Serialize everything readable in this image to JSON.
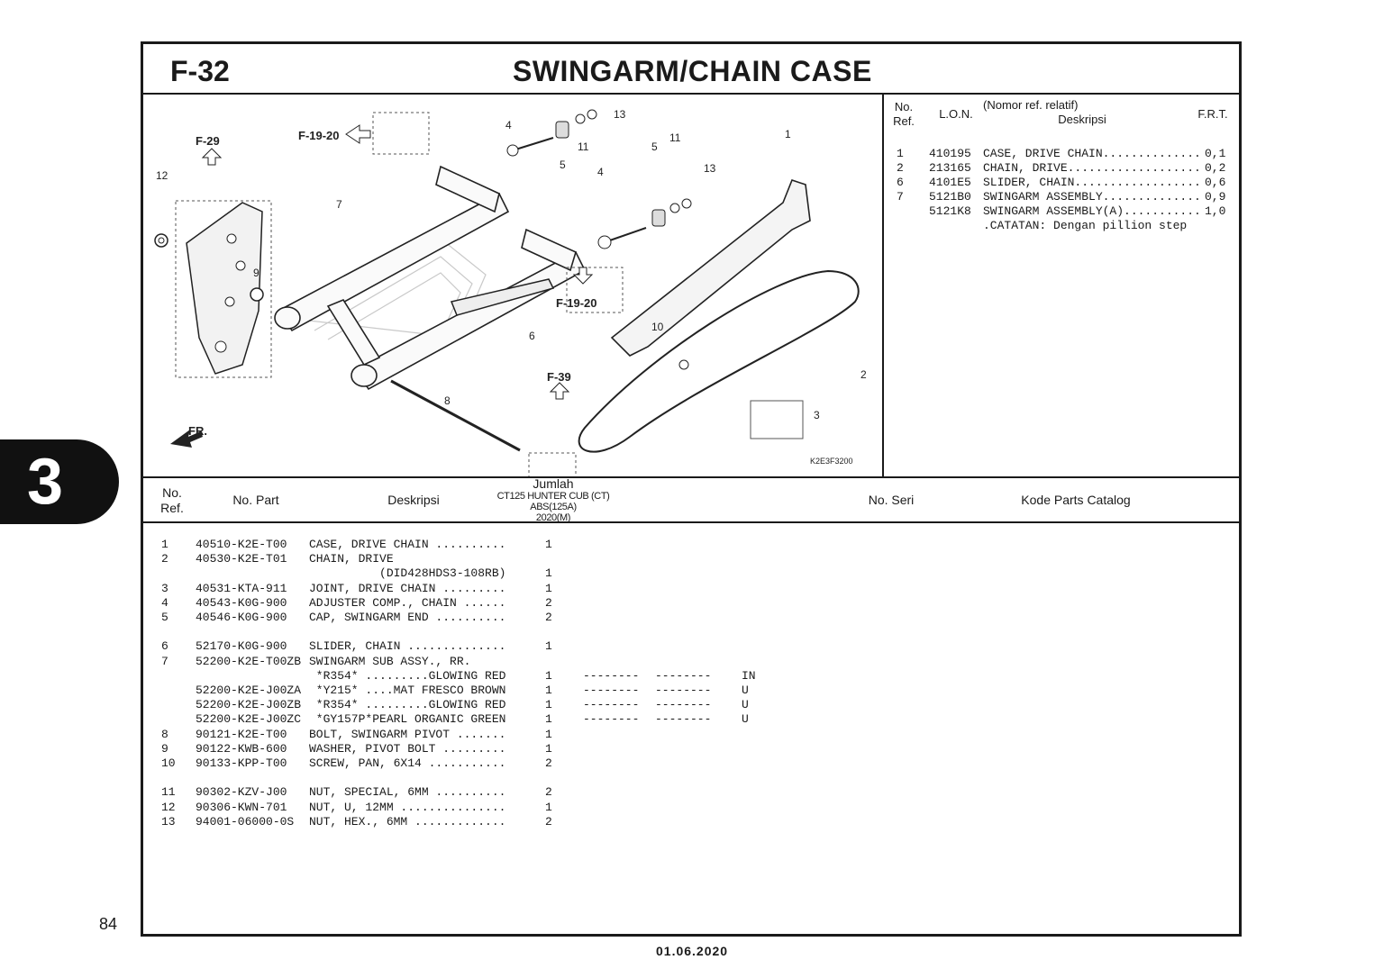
{
  "header": {
    "code": "F-32",
    "title": "SWINGARM/CHAIN CASE"
  },
  "diagram": {
    "refs": [
      "F-29",
      "F-19-20",
      "F-19-20",
      "F-39"
    ],
    "callouts": [
      "1",
      "2",
      "3",
      "4",
      "4",
      "5",
      "5",
      "6",
      "7",
      "8",
      "9",
      "10",
      "11",
      "11",
      "12",
      "13",
      "13"
    ],
    "direction_label": "FR.",
    "image_code": "K2E3F3200"
  },
  "lon_table": {
    "headers": {
      "ref": "No.\nRef.",
      "lon": "L.O.N.",
      "desc_top": "(Nomor ref. relatif)",
      "desc": "Deskripsi",
      "frt": "F.R.T."
    },
    "rows": [
      {
        "ref": "1",
        "lon": "410195",
        "desc": "CASE, DRIVE CHAIN..............",
        "frt": "0,1"
      },
      {
        "ref": "2",
        "lon": "213165",
        "desc": "CHAIN, DRIVE...................",
        "frt": "0,2"
      },
      {
        "ref": "6",
        "lon": "4101E5",
        "desc": "SLIDER, CHAIN..................",
        "frt": "0,6"
      },
      {
        "ref": "7",
        "lon": "5121B0",
        "desc": "SWINGARM ASSEMBLY..............",
        "frt": "0,9"
      },
      {
        "ref": "",
        "lon": "5121K8",
        "desc": "SWINGARM ASSEMBLY(A)...........",
        "frt": "1,0"
      },
      {
        "ref": "",
        "lon": "",
        "desc": ".CATATAN: Dengan pillion step",
        "frt": ""
      }
    ]
  },
  "parts_table": {
    "headers": {
      "ref": "No.\nRef.",
      "part": "No. Part",
      "desc": "Deskripsi",
      "qty_title": "Jumlah",
      "qty_model": "CT125 HUNTER CUB (CT)",
      "qty_variant": "ABS(125A)",
      "qty_year": "2020(M)",
      "serial": "No. Seri",
      "catalog": "Kode Parts Catalog"
    },
    "rows": [
      {
        "ref": "1",
        "part": "40510-K2E-T00",
        "desc": "CASE, DRIVE CHAIN ..........",
        "qty": "1",
        "s1": "",
        "s2": "",
        "code": ""
      },
      {
        "ref": "2",
        "part": "40530-K2E-T01",
        "desc": "CHAIN, DRIVE",
        "qty": "",
        "s1": "",
        "s2": "",
        "code": ""
      },
      {
        "ref": "",
        "part": "",
        "desc": "          (DID428HDS3-108RB)",
        "qty": "1",
        "s1": "",
        "s2": "",
        "code": ""
      },
      {
        "ref": "3",
        "part": "40531-KTA-911",
        "desc": "JOINT, DRIVE CHAIN .........",
        "qty": "1",
        "s1": "",
        "s2": "",
        "code": ""
      },
      {
        "ref": "4",
        "part": "40543-K0G-900",
        "desc": "ADJUSTER COMP., CHAIN ......",
        "qty": "2",
        "s1": "",
        "s2": "",
        "code": ""
      },
      {
        "ref": "5",
        "part": "40546-K0G-900",
        "desc": "CAP, SWINGARM END ..........",
        "qty": "2",
        "s1": "",
        "s2": "",
        "code": ""
      },
      {
        "ref": "",
        "part": "",
        "desc": "",
        "qty": "",
        "s1": "",
        "s2": "",
        "code": ""
      },
      {
        "ref": "6",
        "part": "52170-K0G-900",
        "desc": "SLIDER, CHAIN ..............",
        "qty": "1",
        "s1": "",
        "s2": "",
        "code": ""
      },
      {
        "ref": "7",
        "part": "52200-K2E-T00ZB",
        "desc": "SWINGARM SUB ASSY., RR.",
        "qty": "",
        "s1": "",
        "s2": "",
        "code": ""
      },
      {
        "ref": "",
        "part": "",
        "desc": " *R354* .........GLOWING RED",
        "qty": "1",
        "s1": "--------",
        "s2": "--------",
        "code": "IN"
      },
      {
        "ref": "",
        "part": "52200-K2E-J00ZA",
        "desc": " *Y215* ....MAT FRESCO BROWN",
        "qty": "1",
        "s1": "--------",
        "s2": "--------",
        "code": "U"
      },
      {
        "ref": "",
        "part": "52200-K2E-J00ZB",
        "desc": " *R354* .........GLOWING RED",
        "qty": "1",
        "s1": "--------",
        "s2": "--------",
        "code": "U"
      },
      {
        "ref": "",
        "part": "52200-K2E-J00ZC",
        "desc": " *GY157P*PEARL ORGANIC GREEN",
        "qty": "1",
        "s1": "--------",
        "s2": "--------",
        "code": "U"
      },
      {
        "ref": "8",
        "part": "90121-K2E-T00",
        "desc": "BOLT, SWINGARM PIVOT .......",
        "qty": "1",
        "s1": "",
        "s2": "",
        "code": ""
      },
      {
        "ref": "9",
        "part": "90122-KWB-600",
        "desc": "WASHER, PIVOT BOLT .........",
        "qty": "1",
        "s1": "",
        "s2": "",
        "code": ""
      },
      {
        "ref": "10",
        "part": "90133-KPP-T00",
        "desc": "SCREW, PAN, 6X14 ...........",
        "qty": "2",
        "s1": "",
        "s2": "",
        "code": ""
      },
      {
        "ref": "",
        "part": "",
        "desc": "",
        "qty": "",
        "s1": "",
        "s2": "",
        "code": ""
      },
      {
        "ref": "11",
        "part": "90302-KZV-J00",
        "desc": "NUT, SPECIAL, 6MM ..........",
        "qty": "2",
        "s1": "",
        "s2": "",
        "code": ""
      },
      {
        "ref": "12",
        "part": "90306-KWN-701",
        "desc": "NUT, U, 12MM ...............",
        "qty": "1",
        "s1": "",
        "s2": "",
        "code": ""
      },
      {
        "ref": "13",
        "part": "94001-06000-0S",
        "desc": "NUT, HEX., 6MM .............",
        "qty": "2",
        "s1": "",
        "s2": "",
        "code": ""
      }
    ]
  },
  "section_tab": "3",
  "footer": {
    "page": "84",
    "date": "01.06.2020"
  }
}
